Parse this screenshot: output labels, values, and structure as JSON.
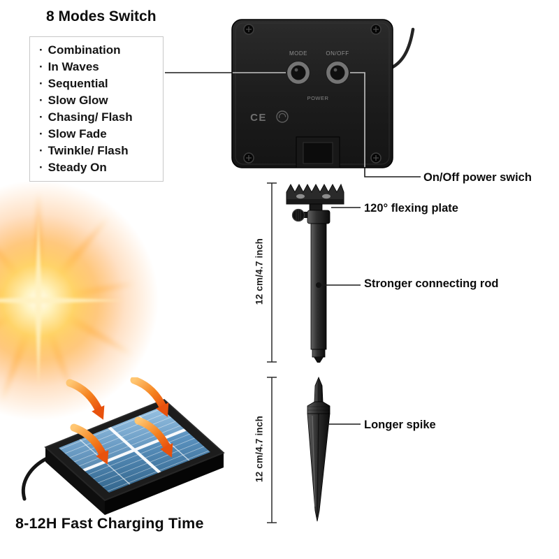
{
  "modes": {
    "title": "8 Modes Switch",
    "items": [
      "Combination",
      "In Waves",
      "Sequential",
      "Slow Glow",
      "Chasing/ Flash",
      "Slow Fade",
      "Twinkle/ Flash",
      "Steady On"
    ]
  },
  "device": {
    "mode_button_label": "MODE",
    "onoff_button_label": "ON/OFF",
    "power_label": "POWER",
    "ce_mark": "CE"
  },
  "callouts": {
    "power_switch": "On/Off power swich",
    "flexing_plate": "120° flexing plate",
    "connecting_rod": "Stronger connecting rod",
    "longer_spike": "Longer spike"
  },
  "dimensions": {
    "rod_length": "12 cm/4.7 inch",
    "spike_length": "12 cm/4.7 inch"
  },
  "footer": {
    "charging_time": "8-12H Fast Charging Time"
  },
  "colors": {
    "accent_orange": "#f5821f",
    "device_black": "#1d1d1d",
    "panel_blue": "#4a86b8",
    "sun_yellow": "#ffc04d",
    "text": "#111111"
  }
}
